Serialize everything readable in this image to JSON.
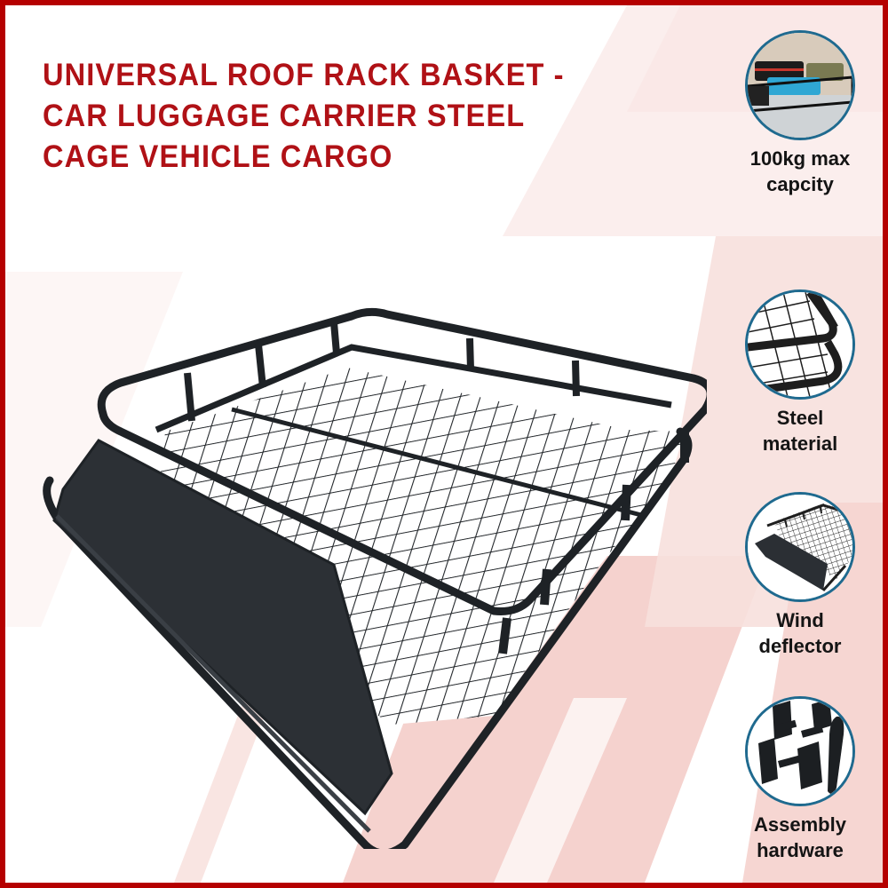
{
  "colors": {
    "border": "#b50000",
    "title": "#b01116",
    "badge_ring": "#1f6a8f",
    "stripe": "#f3c9c5",
    "rack": "#1e2226"
  },
  "title": {
    "lines": [
      "UNIVERSAL ROOF RACK BASKET -",
      "CAR LUGGAGE CARRIER STEEL",
      "CAGE VEHICLE CARGO"
    ]
  },
  "product_image": {
    "subject": "black steel roof rack basket with mesh floor and wind deflector"
  },
  "features": [
    {
      "icon": "loaded-roof-rack-icon",
      "line1": "100kg max",
      "line2": "capcity"
    },
    {
      "icon": "steel-tube-corner-icon",
      "line1": "Steel",
      "line2": "material"
    },
    {
      "icon": "wind-deflector-icon",
      "line1": "Wind",
      "line2": "deflector"
    },
    {
      "icon": "mounting-brackets-icon",
      "line1": "Assembly",
      "line2": "hardware"
    }
  ]
}
